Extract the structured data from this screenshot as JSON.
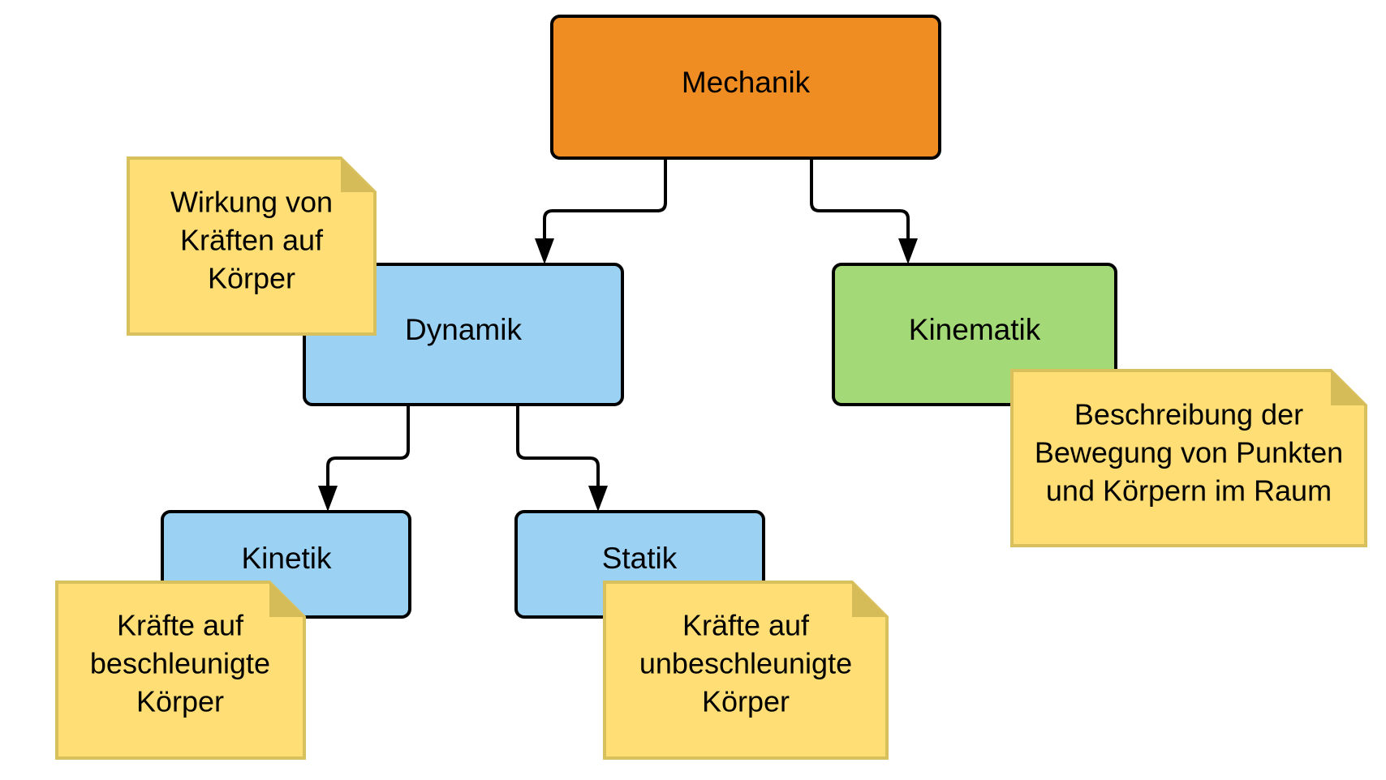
{
  "colors": {
    "root": "#ef8d22",
    "dynamics_branch": "#9bd1f2",
    "kinematics_branch": "#a3d977",
    "note_fill": "#fede75",
    "note_fold": "#d6bc58",
    "note_border": "#d8c05c"
  },
  "nodes": {
    "mechanik": {
      "label": "Mechanik"
    },
    "dynamik": {
      "label": "Dynamik"
    },
    "kinematik": {
      "label": "Kinematik"
    },
    "kinetik": {
      "label": "Kinetik"
    },
    "statik": {
      "label": "Statik"
    }
  },
  "notes": {
    "dynamik": {
      "lines": [
        "Wirkung von",
        "Kräften auf",
        "Körper"
      ]
    },
    "kinematik": {
      "lines": [
        "Beschreibung der",
        "Bewegung von Punkten",
        "und Körpern im Raum"
      ]
    },
    "kinetik": {
      "lines": [
        "Kräfte auf",
        "beschleunigte",
        "Körper"
      ]
    },
    "statik": {
      "lines": [
        "Kräfte auf",
        "unbeschleunigte",
        "Körper"
      ]
    }
  },
  "edges": [
    {
      "from": "mechanik",
      "to": "dynamik"
    },
    {
      "from": "mechanik",
      "to": "kinematik"
    },
    {
      "from": "dynamik",
      "to": "kinetik"
    },
    {
      "from": "dynamik",
      "to": "statik"
    }
  ]
}
